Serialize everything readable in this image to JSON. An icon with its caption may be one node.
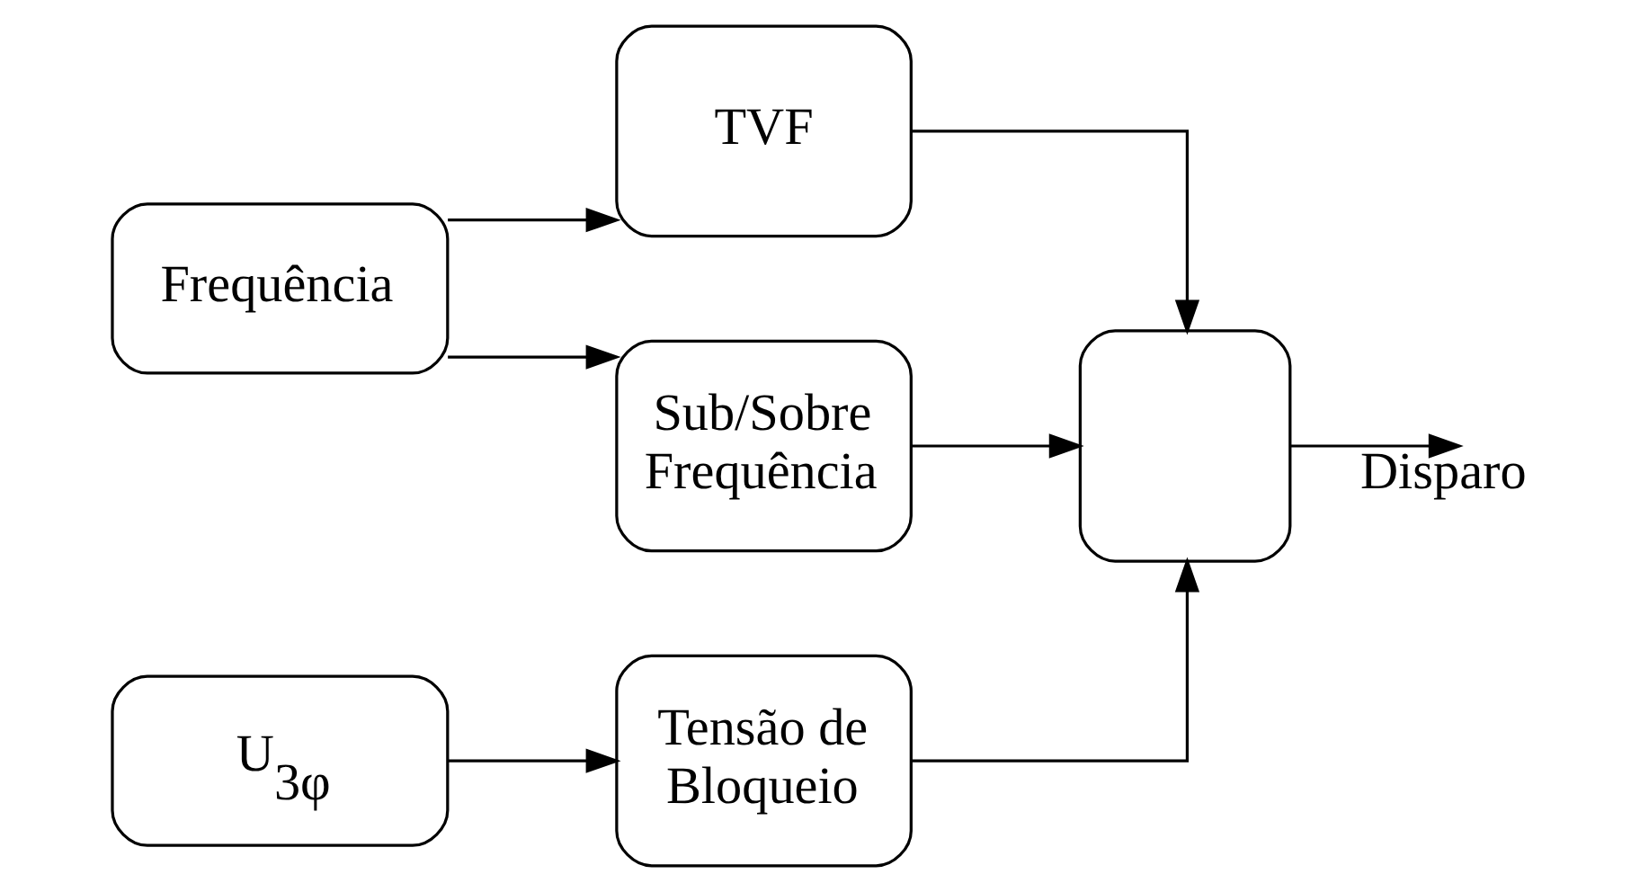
{
  "diagram": {
    "nodes": [
      {
        "text": [
          "Frequência"
        ]
      },
      {
        "text": [
          "TVF"
        ]
      },
      {
        "text": [
          "Sub/Sobre Frequência"
        ]
      },
      {
        "text": [
          "U$_{3φ}$"
        ]
      },
      {
        "text": [
          "Tensão de Bloqueio"
        ]
      },
      {
        "text": [],
        "shape": "gate"
      }
    ],
    "edges": [
      {
        "from": 0,
        "to": 1,
        "arrow": "to"
      },
      {
        "from": 0,
        "to": 2,
        "arrow": "to"
      },
      {
        "from": 3,
        "to": 4,
        "arrow": "to"
      },
      {
        "from": 1,
        "to": 5,
        "arrow": "to"
      },
      {
        "from": 2,
        "to": 5,
        "arrow": "to"
      },
      {
        "from": 4,
        "to": 5,
        "arrow": "to"
      },
      {
        "from": 5,
        "to": null,
        "arrow": "to",
        "label": "Disparo"
      }
    ]
  }
}
